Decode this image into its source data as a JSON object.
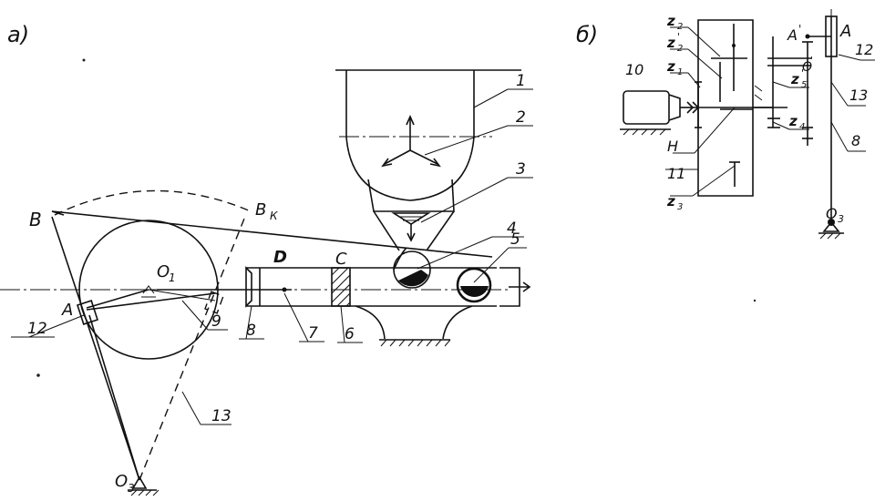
{
  "figure_a": {
    "panel_label": "а)",
    "points": {
      "B": "B",
      "Bk": "В",
      "Bk_sub": "К",
      "A": "A",
      "O1": "O",
      "O1_sub": "1",
      "O3": "O",
      "O3_sub": "3",
      "D": "D",
      "C": "C"
    },
    "parts": [
      "1",
      "2",
      "3",
      "4",
      "5",
      "6",
      "7",
      "8",
      "9",
      "12",
      "13"
    ]
  },
  "figure_b": {
    "panel_label": "б)",
    "gears": {
      "z2": "z",
      "z2_sub": "2",
      "z2p": "z",
      "z2p_sub": "2",
      "z2p_mark": "'",
      "z1": "z",
      "z1_sub": "1",
      "z3": "z",
      "z3_sub": "3",
      "z4": "z",
      "z4_sub": "4",
      "z5": "z",
      "z5_sub": "5",
      "z5_mark": "'"
    },
    "points": {
      "A": "A",
      "Ap": "A",
      "Ap_mark": "'",
      "O": "O",
      "O_mark": "'",
      "O3": "O",
      "O3_sub": "3",
      "H": "H"
    },
    "parts": [
      "10",
      "11",
      "12",
      "13",
      "8"
    ]
  }
}
